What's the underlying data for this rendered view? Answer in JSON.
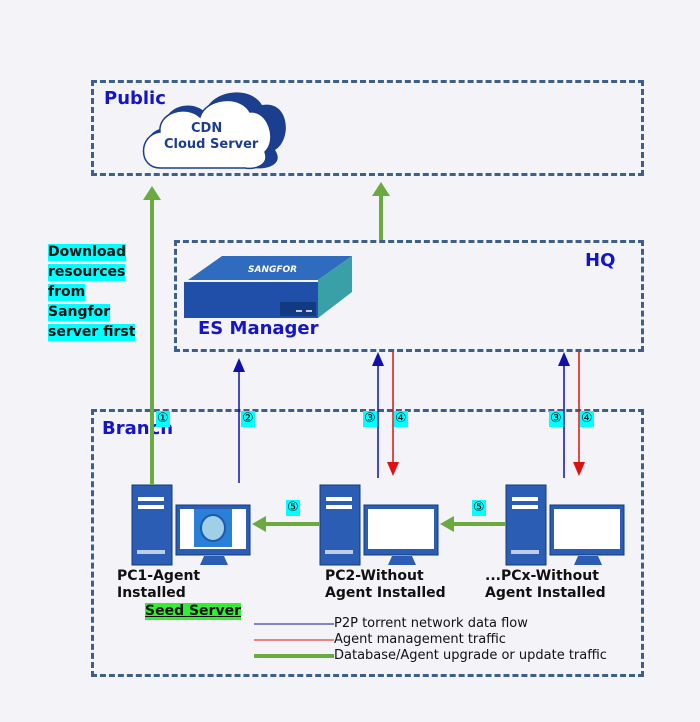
{
  "zones": {
    "public": "Public",
    "hq": "HQ",
    "branch": "Branch"
  },
  "cloud": {
    "line1": "CDN",
    "line2": "Cloud Server"
  },
  "manager": {
    "brand": "SANGFOR",
    "label": "ES Manager"
  },
  "note": [
    "Download",
    "resources",
    "from",
    "Sangfor",
    "server first"
  ],
  "badges": {
    "b1": "①",
    "b2": "②",
    "b3a": "③",
    "b4a": "④",
    "b3b": "③",
    "b4b": "④",
    "b5a": "⑤",
    "b5b": "⑤"
  },
  "pcs": [
    {
      "line1": "PC1-Agent",
      "line2": "Installed"
    },
    {
      "line1": "PC2-Without",
      "line2": "Agent Installed"
    },
    {
      "line1": "...PCx-Without",
      "line2": "Agent Installed"
    }
  ],
  "seed_label": "Seed Server",
  "legend": [
    {
      "label": "P2P torrent network data flow",
      "color": "#1010a0"
    },
    {
      "label": "Agent management traffic",
      "color": "#e01010"
    },
    {
      "label": "Database/Agent upgrade or update traffic",
      "color": "#6aaa40"
    }
  ]
}
